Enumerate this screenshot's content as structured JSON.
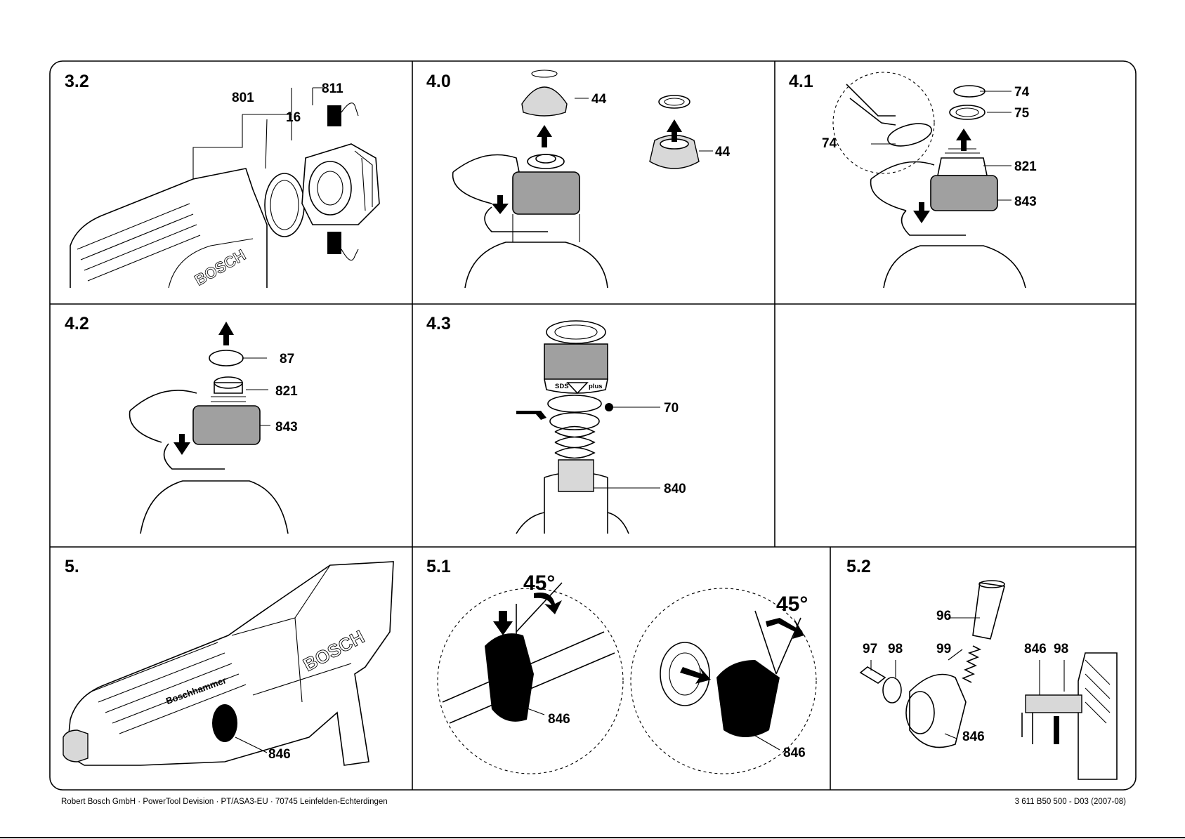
{
  "panels": {
    "p32": {
      "number": "3.2",
      "labels": [
        "801",
        "16",
        "811"
      ]
    },
    "p40": {
      "number": "4.0",
      "labels": [
        "44",
        "44"
      ]
    },
    "p41": {
      "number": "4.1",
      "labels": [
        "74",
        "75",
        "74",
        "821",
        "843"
      ]
    },
    "p42": {
      "number": "4.2",
      "labels": [
        "87",
        "821",
        "843"
      ]
    },
    "p43": {
      "number": "4.3",
      "labels": [
        "70",
        "840"
      ],
      "collar_text": [
        "SDS",
        "plus"
      ]
    },
    "p44": {
      "number": "",
      "labels": []
    },
    "p5": {
      "number": "5.",
      "labels": [
        "846"
      ],
      "brand_text": [
        "BOSCH",
        "Boschhammer"
      ]
    },
    "p51": {
      "number": "5.1",
      "labels": [
        "846",
        "846"
      ],
      "angles": [
        "45°",
        "45°"
      ]
    },
    "p52": {
      "number": "5.2",
      "labels": [
        "96",
        "97",
        "98",
        "99",
        "846",
        "846",
        "98"
      ]
    }
  },
  "footer": {
    "left": "Robert Bosch GmbH · PowerTool Devision · PT/ASA3-EU · 70745 Leinfelden-Echterdingen",
    "right": "3 611 B50 500 - D03 (2007-08)"
  }
}
